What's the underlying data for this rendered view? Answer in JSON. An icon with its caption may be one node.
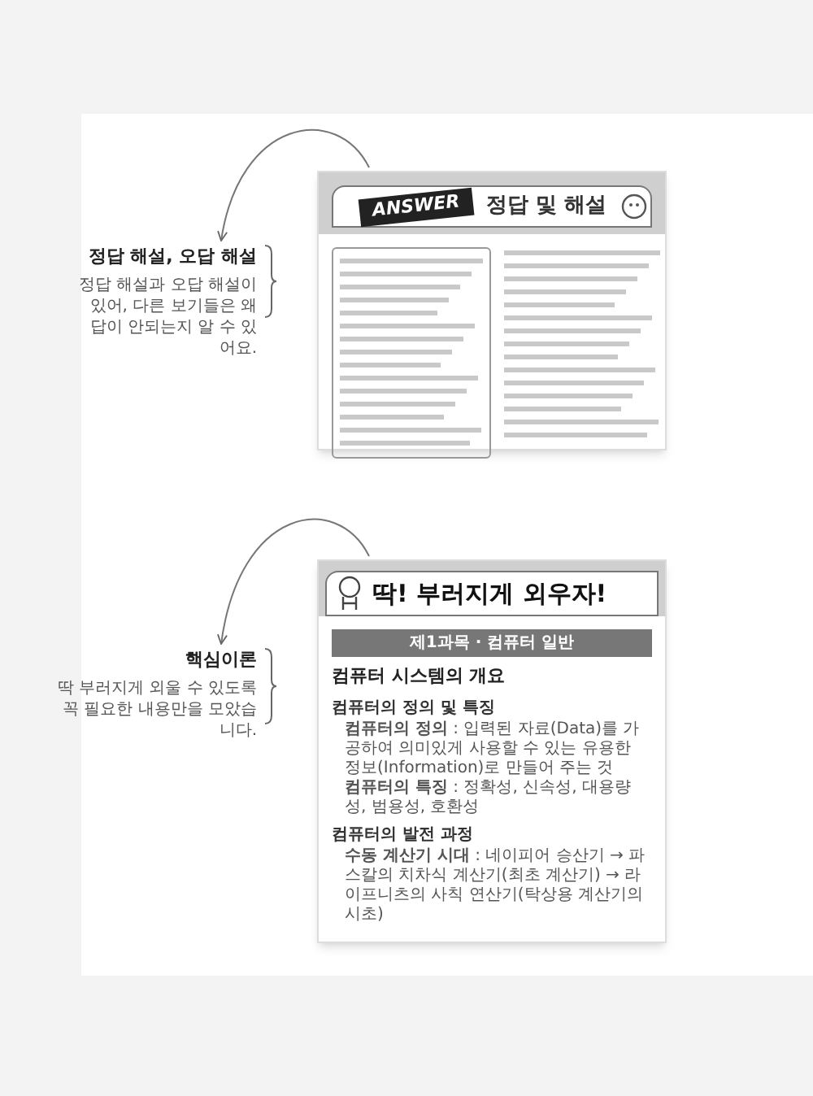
{
  "diagram": {
    "nodes": [
      {
        "text": [
          "정답 해설, 오답 해설",
          "정답 해설과 오답 해설이 있어, 다른 보기들은 왜 답이 안되는지 알 수 있어요."
        ]
      },
      {
        "text": [
          "ANSWER",
          "정답 및 해설"
        ]
      },
      {
        "text": [
          "핵심이론",
          "딱 부러지게 외울 수 있도록 꼭 필요한 내용만을 모았습니다."
        ]
      },
      {
        "text": [
          "딱! 부러지게 외우자!",
          "제1과목 · 컴퓨터 일반",
          "컴퓨터 시스템의 개요",
          "컴퓨터의 정의 및 특징",
          "**컴퓨터의 정의** : 입력된 자료(Data)를 가공하여 의미있게 사용할 수 있는 유용한 정보(Information)로 만들어 주는 것",
          "**컴퓨터의 특징** : 정확성, 신속성, 대용량성, 범용성, 호환성",
          "컴퓨터의 발전 과정",
          "**수동 계산기 시대** : 네이피어 승산기 → 파스칼의 치차식 계산기(최초 계산기) → 라이프니츠의 사칙 연산기(탁상용 계산기의 시초)"
        ]
      }
    ],
    "edges": [
      {
        "from": 1,
        "to": 0,
        "arrow": "to"
      },
      {
        "from": 3,
        "to": 2,
        "arrow": "to"
      }
    ]
  }
}
